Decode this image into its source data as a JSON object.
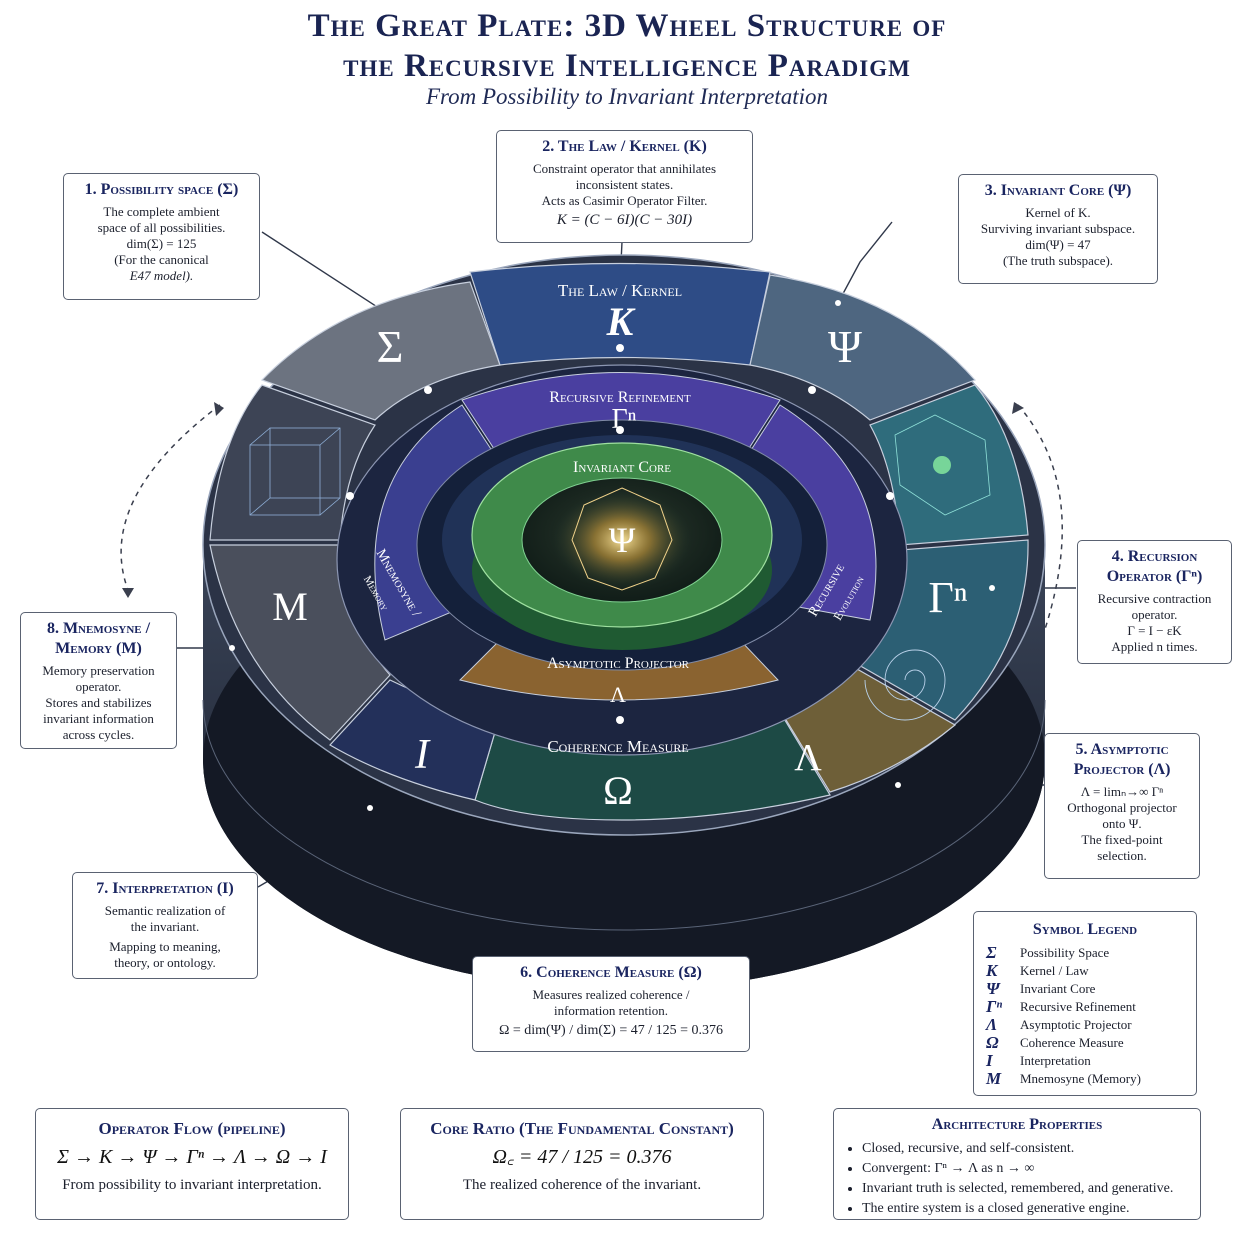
{
  "title_line1": "The Great Plate: 3D Wheel Structure of",
  "title_line2": "the Recursive Intelligence Paradigm",
  "subtitle": "From Possibility to Invariant Interpretation",
  "wheel": {
    "outer": {
      "sigma": "Σ",
      "kernel_label": "The Law / Kernel",
      "kernel_symbol": "K",
      "psi": "Ψ",
      "gamma": "Γⁿ",
      "lambda": "Λ",
      "omega_label": "Coherence Measure",
      "omega_symbol": "Ω",
      "interp": "I",
      "memory": "M"
    },
    "middle": {
      "refinement_label": "Recursive Refinement",
      "refinement_symbol": "Γⁿ",
      "memory_ring_label": "Mnemosyne /",
      "memory_ring_sub": "Memory",
      "evolution_label": "Recursive",
      "evolution_sub": "Evolution",
      "projector_label": "Asymptotic Projector",
      "projector_symbol": "Λ"
    },
    "core": {
      "label": "Invariant Core",
      "symbol": "Ψ"
    }
  },
  "boxes": {
    "possibility": {
      "title": "1. Possibility space (Σ)",
      "lines": [
        "The complete ambient",
        "space of all possibilities.",
        "dim(Σ) = 125",
        "(For the canonical",
        "E47 model)."
      ]
    },
    "law": {
      "title": "2. The Law / Kernel (K)",
      "lines": [
        "Constraint operator that annihilates",
        "inconsistent states.",
        "Acts as Casimir Operator Filter."
      ],
      "formula": "K = (C − 6I)(C − 30I)"
    },
    "invariant": {
      "title": "3. Invariant Core (Ψ)",
      "lines": [
        "Kernel of K.",
        "Surviving invariant subspace.",
        "dim(Ψ) = 47",
        "(The truth subspace)."
      ]
    },
    "recursion": {
      "title1": "4. Recursion",
      "title2": "Operator (Γⁿ)",
      "lines": [
        "Recursive contraction",
        "operator.",
        "Γ = I − εK",
        "Applied n times."
      ]
    },
    "asymptotic": {
      "title1": "5. Asymptotic",
      "title2": "Projector (Λ)",
      "lines": [
        "Λ = limₙ→∞ Γⁿ",
        "Orthogonal projector",
        "onto Ψ.",
        "The fixed-point",
        "selection."
      ]
    },
    "coherence": {
      "title": "6. Coherence Measure (Ω)",
      "lines": [
        "Measures realized coherence /",
        "information retention."
      ],
      "formula": "Ω = dim(Ψ) / dim(Σ) = 47 / 125 = 0.376"
    },
    "interpretation": {
      "title": "7. Interpretation (I)",
      "lines": [
        "Semantic realization of",
        "the invariant.",
        "Mapping to meaning,",
        "theory, or ontology."
      ]
    },
    "mnemosyne": {
      "title1": "8. Mnemosyne /",
      "title2": "Memory (M)",
      "lines": [
        "Memory preservation",
        "operator.",
        "Stores and stabilizes",
        "invariant information",
        "across cycles."
      ]
    }
  },
  "legend": {
    "title": "Symbol Legend",
    "rows": [
      {
        "sym": "Σ",
        "txt": "Possibility Space"
      },
      {
        "sym": "K",
        "txt": "Kernel / Law"
      },
      {
        "sym": "Ψ",
        "txt": "Invariant Core"
      },
      {
        "sym": "Γⁿ",
        "txt": "Recursive Refinement"
      },
      {
        "sym": "Λ",
        "txt": "Asymptotic Projector"
      },
      {
        "sym": "Ω",
        "txt": "Coherence Measure"
      },
      {
        "sym": "I",
        "txt": "Interpretation"
      },
      {
        "sym": "M",
        "txt": "Mnemosyne (Memory)"
      }
    ]
  },
  "flow": {
    "title": "Operator Flow (pipeline)",
    "formula": "Σ → K → Ψ → Γⁿ → Λ → Ω → I",
    "note": "From possibility to invariant interpretation."
  },
  "ratio": {
    "title": "Core Ratio (The Fundamental Constant)",
    "formula": "Ω꜀ = 47 / 125 = 0.376",
    "note": "The realized coherence of the invariant."
  },
  "properties": {
    "title": "Architecture Properties",
    "items": [
      "Closed, recursive, and self-consistent.",
      "Convergent: Γⁿ → Λ as n → ∞",
      "Invariant truth is selected, remembered, and generative.",
      "The entire system is a closed generative engine."
    ]
  },
  "colors": {
    "gray": "#6c7380",
    "blue": "#2e4c86",
    "steel": "#4e6680",
    "teal": "#2f6c7c",
    "gold": "#6e5f38",
    "green_dark": "#1d4a45",
    "navy": "#23305a",
    "purple": "#4a3fa0",
    "core_green": "#3f8a4a",
    "projector": "#8a6330"
  }
}
